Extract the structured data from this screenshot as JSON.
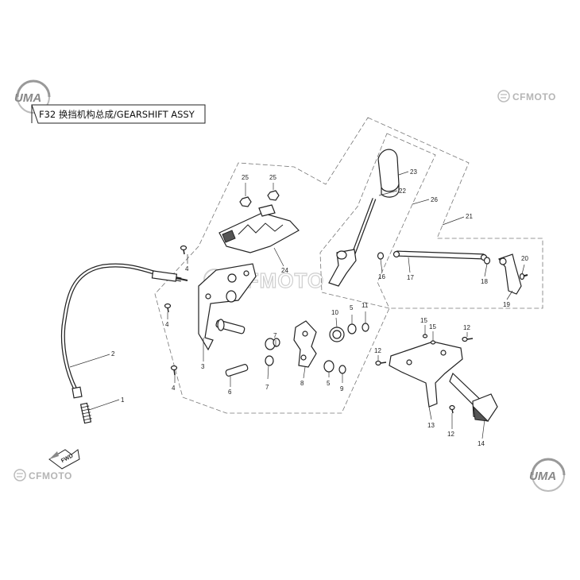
{
  "title_block": {
    "text": "F32 换挡机构总成/GEARSHIFT ASSY"
  },
  "brands": {
    "uma_top_left": "UMA",
    "cfmoto_top_right": "CFMOTO",
    "cfmoto_bottom_left": "CFMOTO",
    "uma_bottom_right": "UMA",
    "center_watermark": "CFMOTO",
    "fwd_arrow": "FWD"
  },
  "callouts": {
    "c1": "1",
    "c2": "2",
    "c3": "3",
    "c4a": "4",
    "c4b": "4",
    "c4c": "4",
    "c5a": "5",
    "c5b": "5",
    "c6": "6",
    "c7a": "7",
    "c7b": "7",
    "c8": "8",
    "c9": "9",
    "c10": "10",
    "c11": "11",
    "c12a": "12",
    "c12b": "12",
    "c12c": "12",
    "c13": "13",
    "c14": "14",
    "c15a": "15",
    "c15b": "15",
    "c16": "16",
    "c17": "17",
    "c18": "18",
    "c19": "19",
    "c20": "20",
    "c21": "21",
    "c22": "22",
    "c23": "23",
    "c24": "24",
    "c25a": "25",
    "c25b": "25",
    "c26": "26"
  },
  "colors": {
    "line": "#222222",
    "watermark": "#cfcfcf",
    "brand": "#b5b5b5"
  }
}
